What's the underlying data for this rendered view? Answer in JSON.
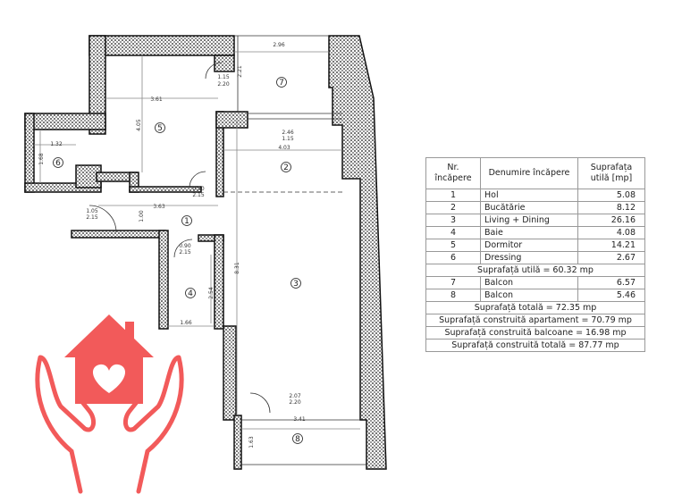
{
  "plan": {
    "room_numbers": [
      "1",
      "2",
      "3",
      "4",
      "5",
      "6",
      "7",
      "8"
    ],
    "dimensions": [
      "2.96",
      "2.21",
      "1.15",
      "2.20",
      "3.61",
      "4.05",
      "2.46",
      "1.15",
      "4.03",
      "1.32",
      "1.68",
      "0.90",
      "2.15",
      "1.05",
      "2.15",
      "3.63",
      "1.00",
      "0.90",
      "2.15",
      "2.54",
      "1.66",
      "8.31",
      "2.07",
      "2.20",
      "3.41",
      "1.63"
    ]
  },
  "table": {
    "headers": {
      "nr": "Nr. încăpere",
      "name": "Denumire încăpere",
      "area": "Suprafața utilă [mp]"
    },
    "rooms": [
      {
        "nr": "1",
        "name": "Hol",
        "area": "5.08"
      },
      {
        "nr": "2",
        "name": "Bucătărie",
        "area": "8.12"
      },
      {
        "nr": "3",
        "name": "Living + Dining",
        "area": "26.16"
      },
      {
        "nr": "4",
        "name": "Baie",
        "area": "4.08"
      },
      {
        "nr": "5",
        "name": "Dormitor",
        "area": "14.21"
      },
      {
        "nr": "6",
        "name": "Dressing",
        "area": "2.67"
      }
    ],
    "subtotal": "Suprafață utilă = 60.32 mp",
    "balconies": [
      {
        "nr": "7",
        "name": "Balcon",
        "area": "6.57"
      },
      {
        "nr": "8",
        "name": "Balcon",
        "area": "5.46"
      }
    ],
    "totals": [
      "Suprafață totală = 72.35 mp",
      "Suprafață construită apartament = 70.79 mp",
      "Suprafață construită balcoane = 16.98 mp",
      "Suprafață construită totală = 87.77 mp"
    ]
  },
  "logo": {
    "icon": "house-heart-hands-icon",
    "color": "#f25a5a"
  },
  "colors": {
    "wall": "#8a8a8a",
    "line": "#111111"
  }
}
